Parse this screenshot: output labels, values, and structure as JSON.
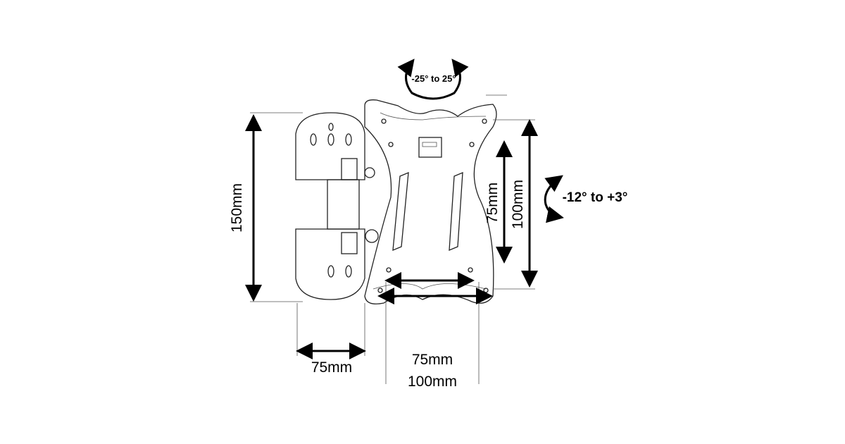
{
  "labels": {
    "swivel": "-25° to 25°",
    "tilt": "-12° to +3°",
    "height_total": "150mm",
    "vesa_v_small": "75mm",
    "vesa_v_large": "100mm",
    "wall_plate_width": "75mm",
    "vesa_h_small": "75mm",
    "vesa_h_large": "100mm"
  },
  "colors": {
    "line": "#222222",
    "background": "#ffffff"
  }
}
